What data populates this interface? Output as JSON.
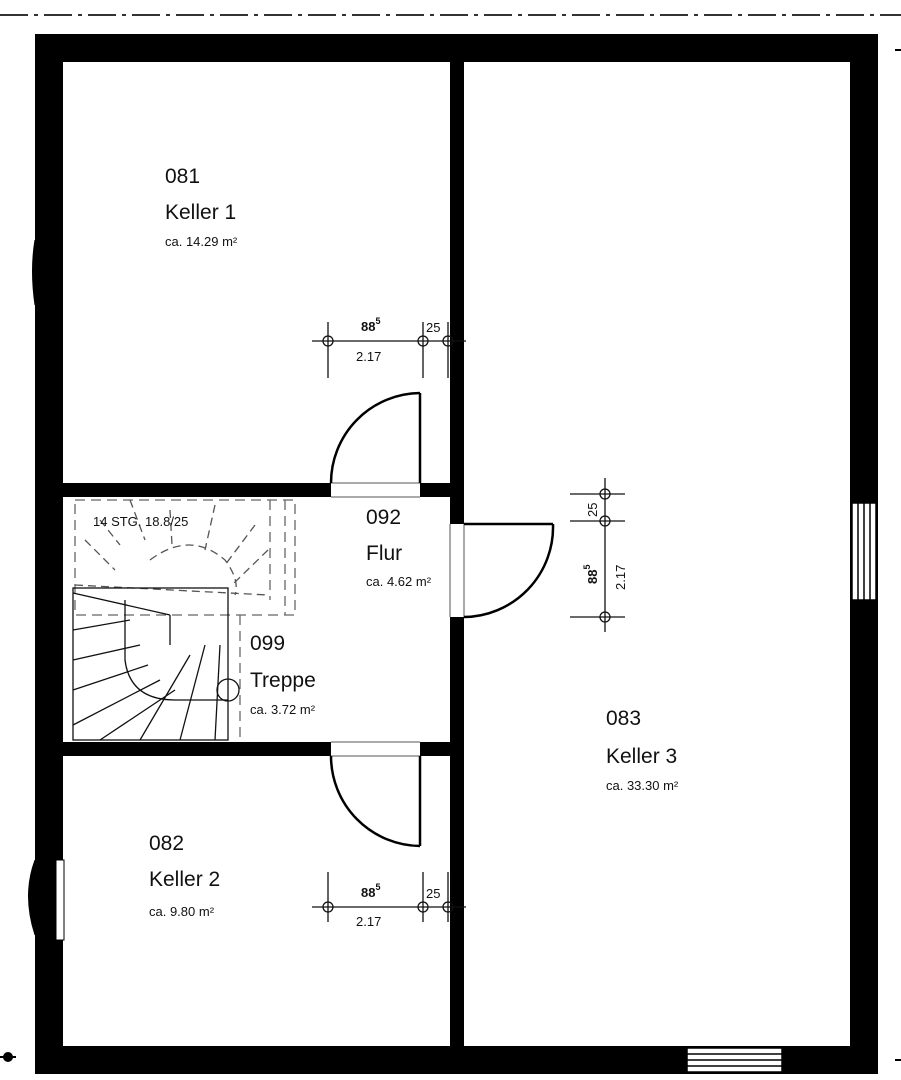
{
  "rooms": {
    "keller1": {
      "number": "081",
      "name": "Keller 1",
      "area": "ca. 14.29 m²"
    },
    "keller2": {
      "number": "082",
      "name": "Keller 2",
      "area": "ca. 9.80 m²"
    },
    "keller3": {
      "number": "083",
      "name": "Keller 3",
      "area": "ca. 33.30 m²"
    },
    "flur": {
      "number": "092",
      "name": "Flur",
      "area": "ca. 4.62 m²"
    },
    "treppe": {
      "number": "099",
      "name": "Treppe",
      "area": "ca. 3.72 m²"
    }
  },
  "stair_note": "14 STG. 18.8/25",
  "dimensions": {
    "door_keller1": {
      "width": "88",
      "width_sup": "5",
      "gap": "25",
      "height": "2.17"
    },
    "door_keller2": {
      "width": "88",
      "width_sup": "5",
      "gap": "25",
      "height": "2.17"
    },
    "door_keller3": {
      "width": "88",
      "width_sup": "5",
      "gap": "25",
      "height": "2.17"
    }
  },
  "colors": {
    "wall": "#000000",
    "line": "#111111",
    "dashed": "#555555",
    "background": "#ffffff"
  }
}
